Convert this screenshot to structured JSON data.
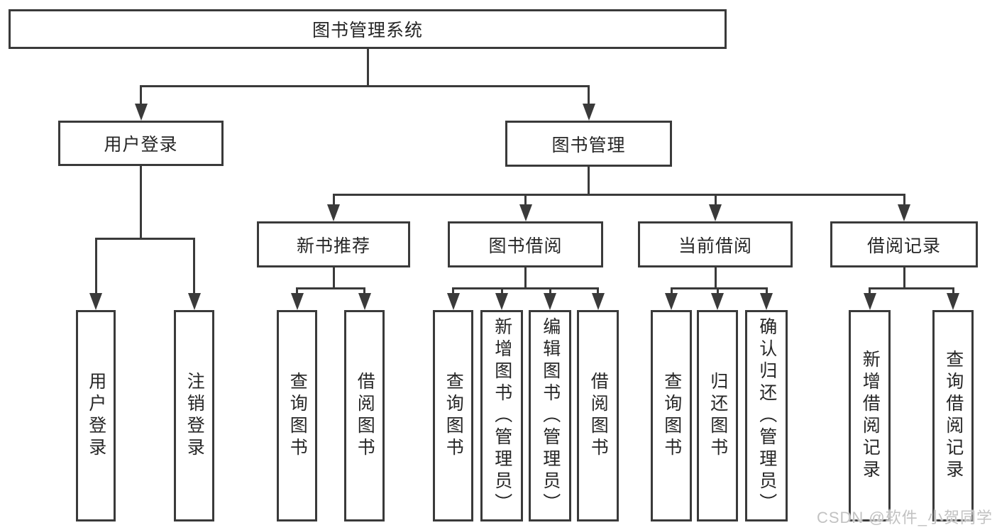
{
  "tree": {
    "root": {
      "label": "图书管理系统",
      "children": [
        {
          "label": "用户登录",
          "children": [
            {
              "label": "用户登录"
            },
            {
              "label": "注销登录"
            }
          ]
        },
        {
          "label": "图书管理",
          "children": [
            {
              "label": "新书推荐",
              "children": [
                {
                  "label": "查询图书"
                },
                {
                  "label": "借阅图书"
                }
              ]
            },
            {
              "label": "图书借阅",
              "children": [
                {
                  "label": "查询图书"
                },
                {
                  "label": "新增图书（管理员）"
                },
                {
                  "label": "编辑图书（管理员）"
                },
                {
                  "label": "借阅图书"
                }
              ]
            },
            {
              "label": "当前借阅",
              "children": [
                {
                  "label": "查询图书"
                },
                {
                  "label": "归还图书"
                },
                {
                  "label": "确认归还（管理员）"
                }
              ]
            },
            {
              "label": "借阅记录",
              "children": [
                {
                  "label": "新增借阅记录"
                },
                {
                  "label": "查询借阅记录"
                }
              ]
            }
          ]
        }
      ]
    }
  },
  "watermark": "CSDN @软件_小贺同学",
  "colors": {
    "line": "#3a3a3a",
    "node_text": "#262626",
    "watermark": "#c2c2c2",
    "background": "#ffffff"
  }
}
